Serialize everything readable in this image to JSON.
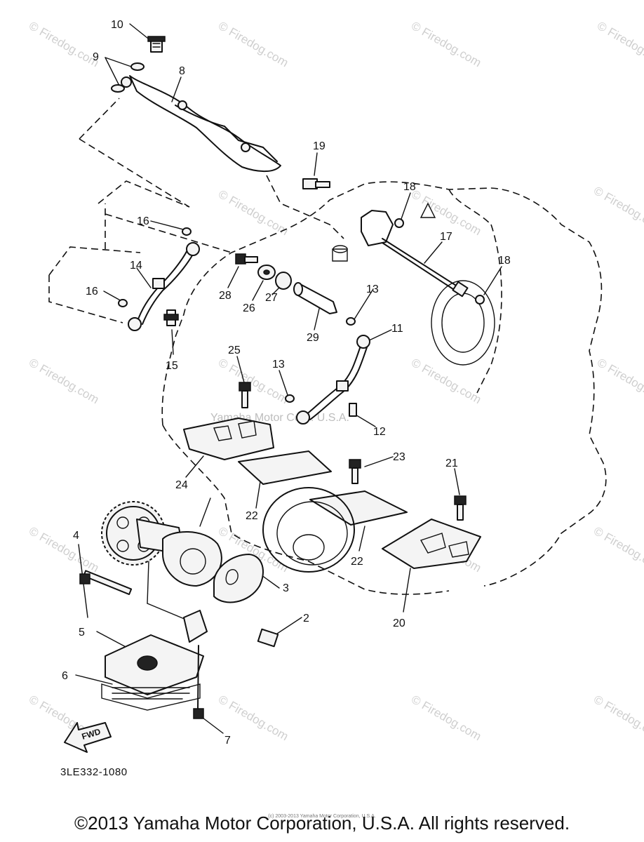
{
  "watermark_text": "© Firedog.com",
  "center_watermark": "Yamaha Motor Corp. U.S.A.",
  "part_number": "3LE332-1080",
  "fwd_label": "FWD",
  "copyright": "©2013 Yamaha Motor Corporation, U.S.A. All rights reserved.",
  "small_copyright": "(c) 2003-2013 Yamaha Motor Corporation, U.S.A.",
  "callouts": {
    "c2": "2",
    "c3": "3",
    "c4": "4",
    "c5": "5",
    "c6": "6",
    "c7": "7",
    "c8": "8",
    "c9": "9",
    "c10": "10",
    "c11": "11",
    "c12": "12",
    "c13a": "13",
    "c13b": "13",
    "c14": "14",
    "c15": "15",
    "c16a": "16",
    "c16b": "16",
    "c17": "17",
    "c18a": "18",
    "c18b": "18",
    "c19": "19",
    "c20": "20",
    "c21": "21",
    "c22a": "22",
    "c22b": "22",
    "c23": "23",
    "c24": "24",
    "c25": "25",
    "c26": "26",
    "c27": "27",
    "c28": "28",
    "c29": "29"
  }
}
